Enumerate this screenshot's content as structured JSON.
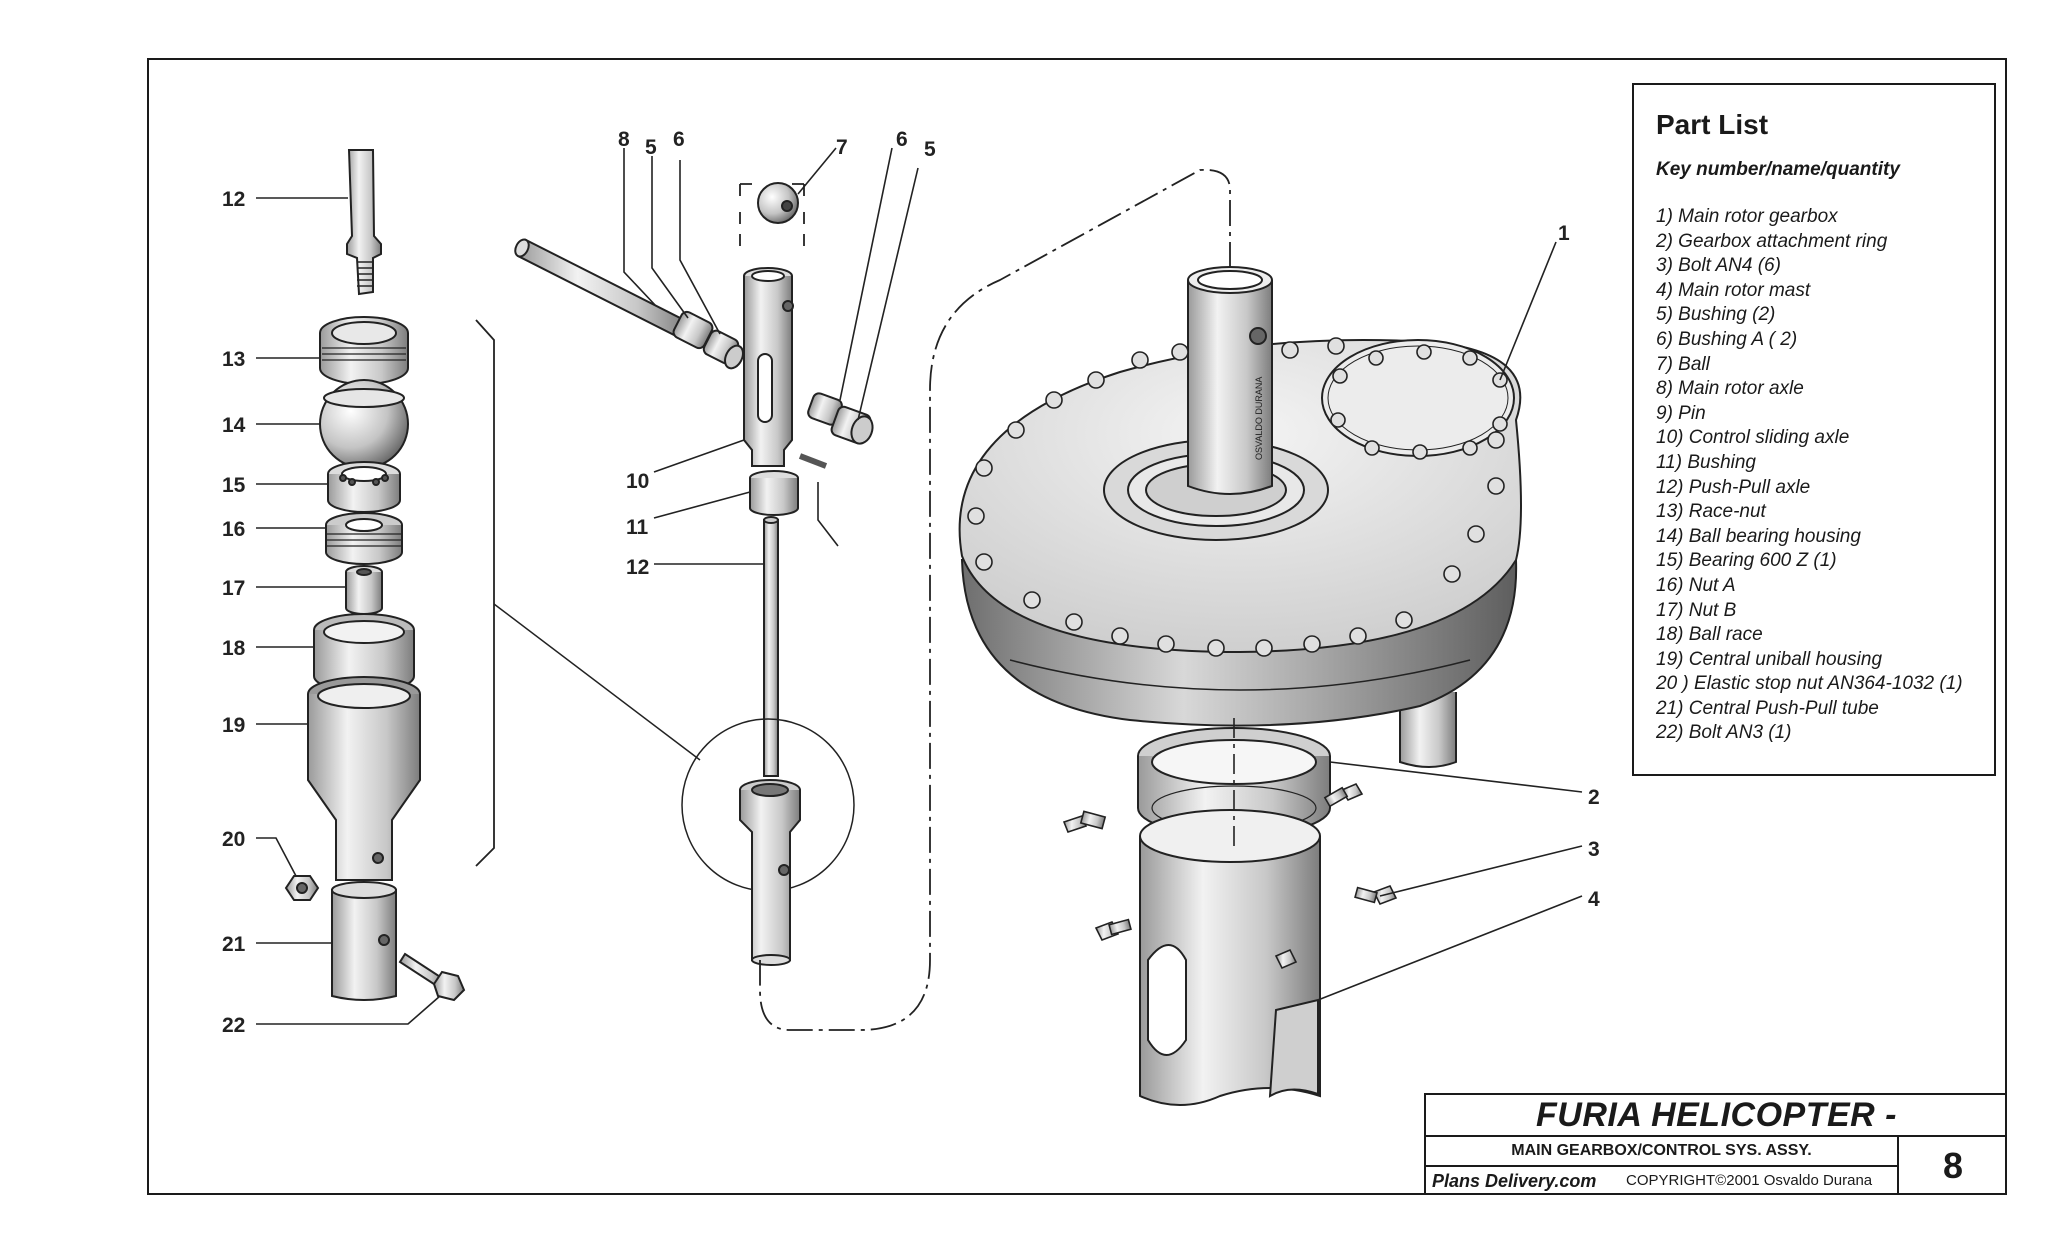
{
  "part_list": {
    "title": "Part List",
    "subtitle": "Key number/name/quantity",
    "items": [
      "1) Main rotor gearbox",
      "2) Gearbox attachment ring",
      "3) Bolt AN4 (6)",
      "4) Main rotor mast",
      "5) Bushing (2)",
      "6) Bushing A ( 2)",
      "7) Ball",
      "8) Main rotor axle",
      "9) Pin",
      "10) Control sliding axle",
      "11) Bushing",
      "12) Push-Pull axle",
      "13) Race-nut",
      "14) Ball bearing housing",
      "15) Bearing 600 Z (1)",
      "16) Nut A",
      "17) Nut B",
      "18) Ball race",
      "19) Central uniball housing",
      "20 ) Elastic stop nut AN364-1032 (1)",
      "21) Central Push-Pull tube",
      "22) Bolt AN3 (1)"
    ]
  },
  "title_block": {
    "title": "FURIA HELICOPTER -",
    "subtitle": "MAIN GEARBOX/CONTROL SYS. ASSY.",
    "brand": "Plans Delivery.com",
    "copyright": "COPYRIGHT©2001 Osvaldo Durana",
    "sheet": "8"
  },
  "mast_stamp": "OSVALDO DURANA",
  "callouts": {
    "k12a": "12",
    "k13": "13",
    "k14": "14",
    "k15": "15",
    "k16": "16",
    "k17": "17",
    "k18": "18",
    "k19": "19",
    "k20": "20",
    "k21": "21",
    "k22": "22",
    "k8": "8",
    "k5a": "5",
    "k6a": "6",
    "k7": "7",
    "k6b": "6",
    "k5b": "5",
    "k10": "10",
    "k11": "11",
    "k12b": "12",
    "k1": "1",
    "k2": "2",
    "k3": "3",
    "k4": "4"
  }
}
